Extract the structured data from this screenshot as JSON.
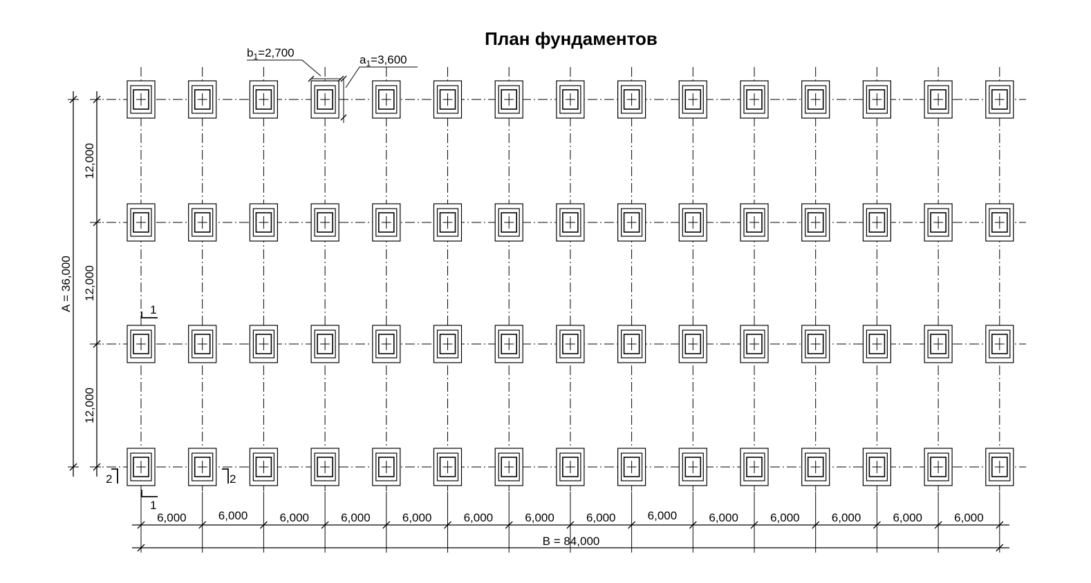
{
  "title": "План фундаментов",
  "grid": {
    "columns": 15,
    "rows": 4
  },
  "dimensions": {
    "bay_labels": [
      "6,000",
      "6,000",
      "6,000",
      "6,000",
      "6,000",
      "6,000",
      "6,000",
      "6,000",
      "6,000",
      "6,000",
      "6,000",
      "6,000",
      "6,000",
      "6,000"
    ],
    "total_width_label": "B = 84,000",
    "span_labels": [
      "12,000",
      "12,000",
      "12,000"
    ],
    "total_height_label": "A = 36,000"
  },
  "callouts": {
    "b1_base": "b",
    "b1_sub": "1",
    "b1_value": "=2,700",
    "a1_base": "a",
    "a1_sub": "1",
    "a1_value": "=3,600"
  },
  "sections": {
    "section1_top": "1",
    "section1_bottom": "1",
    "section2_left": "2",
    "section2_right": "2"
  }
}
